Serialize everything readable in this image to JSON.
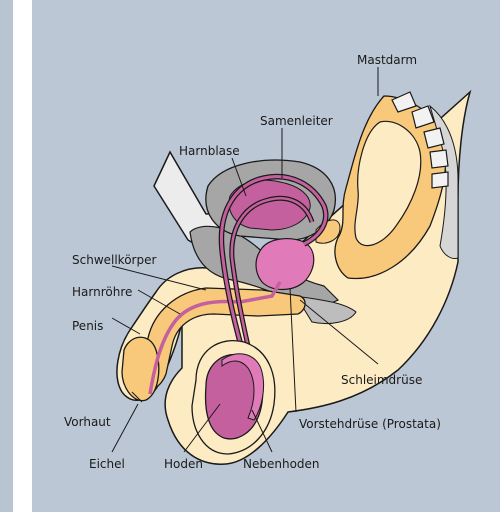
{
  "labels": {
    "mastdarm": "Mastdarm",
    "samenleiter": "Samenleiter",
    "harnblase": "Harnblase",
    "schwellkoerper": "Schwellkörper",
    "harnroehre": "Harnröhre",
    "penis": "Penis",
    "schleimdruese": "Schleimdrüse",
    "vorhaut": "Vorhaut",
    "vorstehdruese": "Vorstehdrüse (Prostata)",
    "eichel": "Eichel",
    "hoden": "Hoden",
    "nebenhoden": "Nebenhoden"
  },
  "colors": {
    "background": "#bcc7d5",
    "skin": "#fdebc4",
    "tissue_orange": "#f8c97a",
    "organ_pink": "#c5609e",
    "organ_light_pink": "#e07ab8",
    "tissue_gray": "#9a9a9a",
    "bone_white": "#f2f2f2",
    "line": "#1a1a1a"
  }
}
